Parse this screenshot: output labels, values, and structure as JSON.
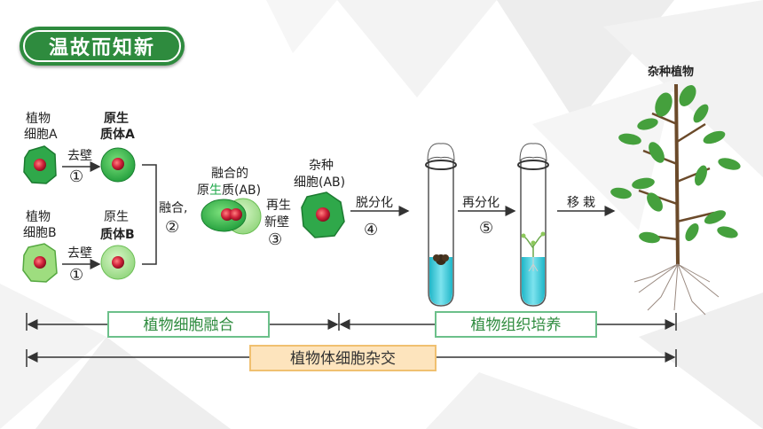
{
  "header": {
    "title": "温故而知新"
  },
  "diagram": {
    "cell_a": {
      "line1": "植物",
      "line2": "细胞A"
    },
    "proto_a": {
      "line1": "原生",
      "line2": "质体A"
    },
    "cell_b": {
      "line1": "植物",
      "line2": "细胞B"
    },
    "proto_b": {
      "line1": "原生",
      "line2": "质体B"
    },
    "step1_label": "去壁",
    "step1_num": "①",
    "fusion_label": "融合,",
    "step2_num": "②",
    "fused": {
      "line1": "融合的",
      "line2_pre": "原",
      "line2_hl": "生",
      "line2_post": "质(AB)"
    },
    "regen": {
      "line1": "再生",
      "line2": "新壁"
    },
    "step3_num": "③",
    "hybrid_cell": {
      "line1": "杂种",
      "line2": "细胞(AB)"
    },
    "dediff_label": "脱分化",
    "step4_num": "④",
    "rediff_label": "再分化",
    "step5_num": "⑤",
    "transplant_label": "移栽",
    "hybrid_plant_label": "杂种植物"
  },
  "ranges": {
    "fusion_range": "植物细胞融合",
    "culture_range": "植物组织培养",
    "hybridization_range": "植物体细胞杂交"
  },
  "colors": {
    "title_green": "#2e8b3e",
    "cell_green": "#2fa84a",
    "light_green": "#8fd47a",
    "nucleus_red": "#d0223a",
    "medium_cyan": "#33c6d8"
  }
}
